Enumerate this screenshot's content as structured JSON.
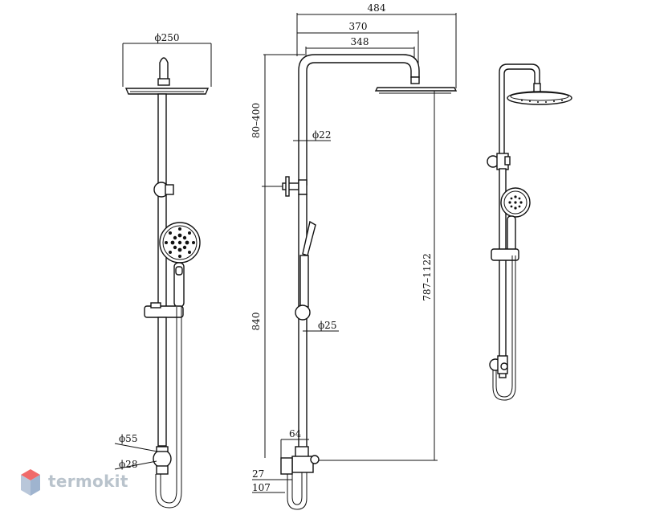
{
  "dimensions": {
    "front_head_diameter": "ϕ250",
    "total_width": "484",
    "arm_width": "370",
    "arm_inner": "348",
    "arm_height_range": "80–400",
    "pipe_diameter": "ϕ22",
    "rail_height": "840",
    "rail_diameter": "ϕ25",
    "head_height_range": "787–1122",
    "outlet_offset": "64",
    "valve_diameter": "ϕ55",
    "connector_diameter": "ϕ28",
    "bottom_27": "27",
    "bottom_107": "107"
  },
  "logo": {
    "text": "termokit",
    "color_top": "#f06a6a",
    "color_side": "#9fb4cf"
  },
  "colors": {
    "line": "#111111",
    "background": "#ffffff"
  }
}
